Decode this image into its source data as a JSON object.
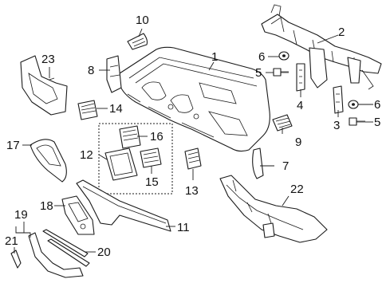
{
  "callouts": {
    "c1": "1",
    "c2": "2",
    "c3": "3",
    "c4": "4",
    "c5a": "5",
    "c5b": "5",
    "c6a": "6",
    "c6b": "6",
    "c7": "7",
    "c8": "8",
    "c9": "9",
    "c10": "10",
    "c11": "11",
    "c12": "12",
    "c13": "13",
    "c14": "14",
    "c15": "15",
    "c16": "16",
    "c17": "17",
    "c18": "18",
    "c19": "19",
    "c20": "20",
    "c21": "21",
    "c22": "22",
    "c23": "23"
  }
}
